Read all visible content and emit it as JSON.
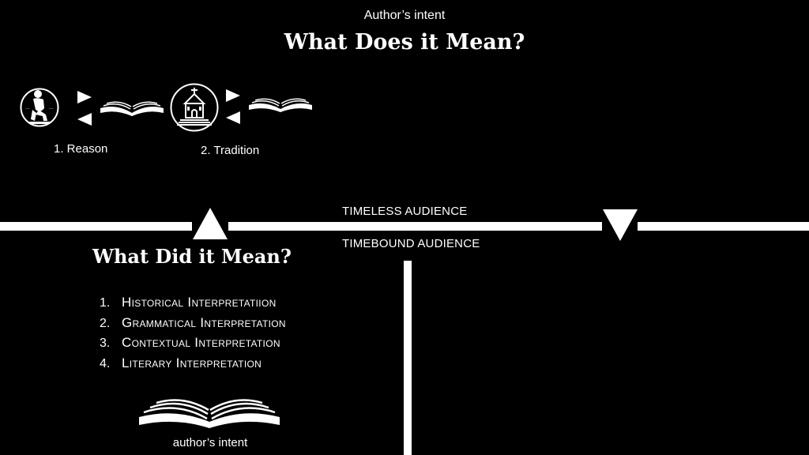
{
  "header": {
    "subtitle": "Author’s intent",
    "title": "What Does it Mean?"
  },
  "steps": [
    {
      "label": "1. Reason",
      "icon": "thinker-icon"
    },
    {
      "label": "2. Tradition",
      "icon": "church-icon"
    }
  ],
  "divider": {
    "upper_label": "TIMELESS AUDIENCE",
    "lower_label": "TIMEBOUND AUDIENCE"
  },
  "section": {
    "title": "What Did it Mean?",
    "items": [
      {
        "num": "1.",
        "text": "Historical Interpretatiion"
      },
      {
        "num": "2.",
        "text": "Grammatical Interpretation"
      },
      {
        "num": "3.",
        "text": "Contextual Interpretation"
      },
      {
        "num": "4.",
        "text": "Literary Interpretation"
      }
    ],
    "footer_label": "author’s intent"
  },
  "colors": {
    "background": "#000000",
    "foreground": "#ffffff"
  }
}
